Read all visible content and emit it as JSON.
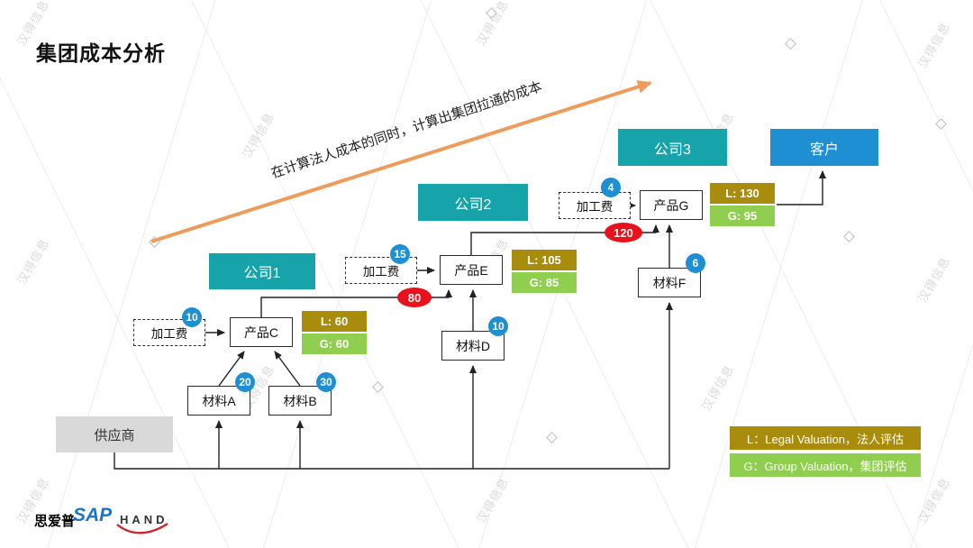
{
  "title": "集团成本分析",
  "watermark": "汉得信息",
  "annotation": "在计算法人成本的同时，计算出集团拉通的成本",
  "companies": {
    "c1": "公司1",
    "c2": "公司2",
    "c3": "公司3"
  },
  "customer": "客户",
  "supplier": "供应商",
  "fee_label": "加工费",
  "products": {
    "c": "产品C",
    "e": "产品E",
    "g": "产品G"
  },
  "materials": {
    "a": "材料A",
    "b": "材料B",
    "d": "材料D",
    "f": "材料F"
  },
  "badges": {
    "fee_c": "10",
    "fee_e": "15",
    "fee_g": "4",
    "mat_a": "20",
    "mat_b": "30",
    "mat_d": "10",
    "mat_f": "6"
  },
  "transfer_prices": {
    "c_to_e": "80",
    "e_to_g": "120"
  },
  "valuations": {
    "product_c": {
      "legal": "L:  60",
      "group": "G:  60"
    },
    "product_e": {
      "legal": "L:  105",
      "group": "G:  85"
    },
    "product_g": {
      "legal": "L:  130",
      "group": "G:  95"
    }
  },
  "legend": {
    "legal": "L：Legal Valuation，法人评估",
    "group": "G：Group Valuation，集团评估"
  },
  "footer": {
    "sap_cn": "思爱普",
    "sap": "SAP",
    "hand": "HAND"
  },
  "colors": {
    "teal": "#16A3A9",
    "blue": "#1D8FD2",
    "red": "#E8111C",
    "gold": "#A98C0C",
    "green": "#8FCE4E",
    "orange": "#EE9C5C",
    "gray": "#D9D9D9"
  }
}
